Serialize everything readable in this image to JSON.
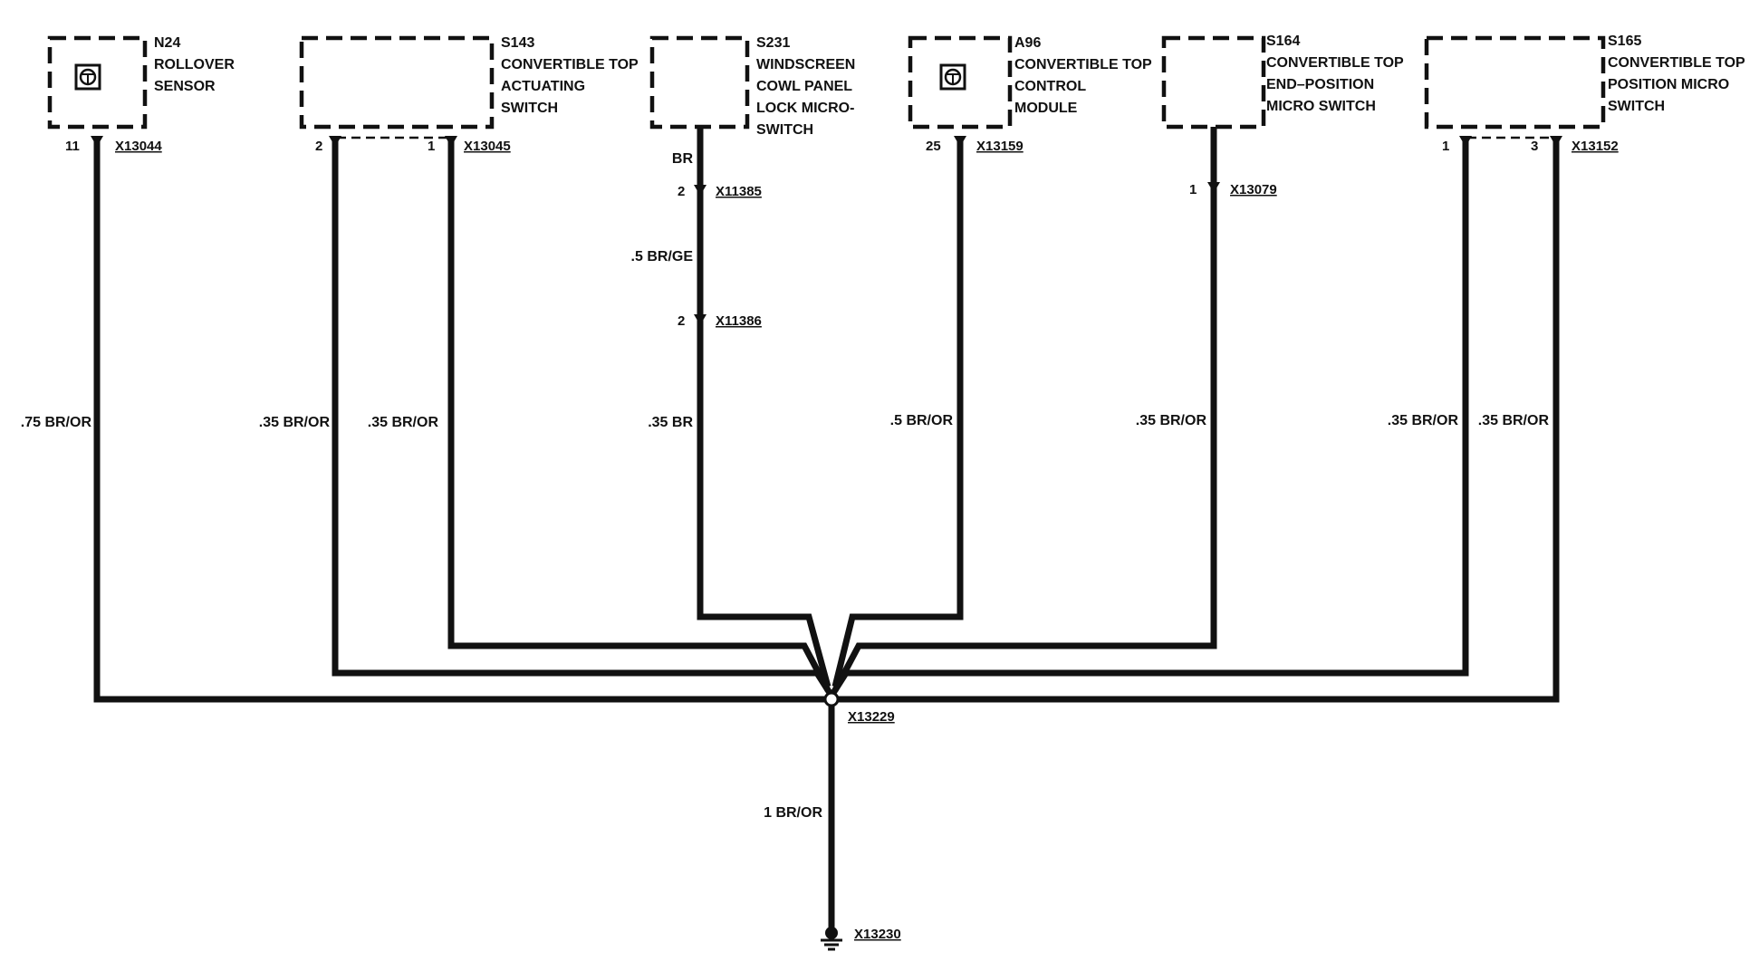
{
  "components": [
    {
      "id": "N24",
      "lines": [
        "ROLLOVER",
        "SENSOR"
      ],
      "icon": "module-icon"
    },
    {
      "id": "S143",
      "lines": [
        "CONVERTIBLE TOP",
        "ACTUATING",
        "SWITCH"
      ]
    },
    {
      "id": "S231",
      "lines": [
        "WINDSCREEN",
        "COWL PANEL",
        "LOCK MICRO-",
        "SWITCH"
      ]
    },
    {
      "id": "A96",
      "lines": [
        "CONVERTIBLE TOP",
        "CONTROL",
        "MODULE"
      ],
      "icon": "module-icon"
    },
    {
      "id": "S164",
      "lines": [
        "CONVERTIBLE TOP",
        "END–POSITION",
        "MICRO SWITCH"
      ]
    },
    {
      "id": "S165",
      "lines": [
        "CONVERTIBLE TOP",
        "POSITION MICRO",
        "SWITCH"
      ]
    }
  ],
  "connectors": {
    "n24": "X13044",
    "s143": "X13045",
    "s231_a": "X11385",
    "s231_b": "X11386",
    "a96": "X13159",
    "s164": "X13079",
    "s165": "X13152",
    "splice": "X13229",
    "ground": "X13230"
  },
  "pins": {
    "n24": "11",
    "s143_left": "2",
    "s143_right": "1",
    "s231_a": "2",
    "s231_b": "2",
    "a96": "25",
    "s164": "1",
    "s165_left": "1",
    "s165_right": "3"
  },
  "wires": {
    "n24": ".75 BR/OR",
    "s143_left": ".35 BR/OR",
    "s143_right": ".35 BR/OR",
    "s231_top": "BR",
    "s231_mid": ".5 BR/GE",
    "s231_low": ".35 BR",
    "a96": ".5 BR/OR",
    "s164": ".35 BR/OR",
    "s165_left": ".35 BR/OR",
    "s165_right": ".35 BR/OR",
    "ground": "1 BR/OR"
  }
}
